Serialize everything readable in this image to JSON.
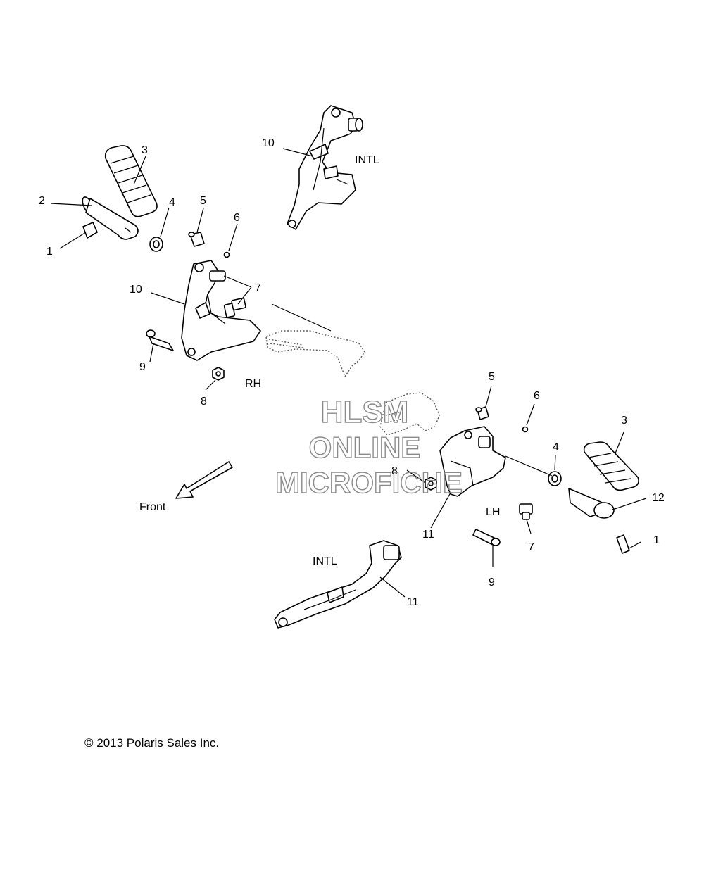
{
  "diagram": {
    "callouts": {
      "rh": {
        "c1": "1",
        "c2": "2",
        "c3": "3",
        "c4": "4",
        "c5": "5",
        "c6": "6",
        "c7": "7",
        "c8": "8",
        "c9": "9",
        "c10": "10"
      },
      "intl_top": {
        "c10": "10"
      },
      "lh": {
        "c1": "1",
        "c3": "3",
        "c4": "4",
        "c5": "5",
        "c6": "6",
        "c7": "7",
        "c8": "8",
        "c9": "9",
        "c11": "11",
        "c12": "12"
      },
      "intl_bottom": {
        "c11": "11"
      }
    },
    "labels": {
      "intl_top": "INTL",
      "rh": "RH",
      "lh": "LH",
      "intl_bottom": "INTL",
      "front": "Front"
    },
    "watermark": [
      "HLSM",
      "ONLINE",
      "MICROFICHE"
    ],
    "copyright": "© 2013 Polaris Sales Inc."
  }
}
